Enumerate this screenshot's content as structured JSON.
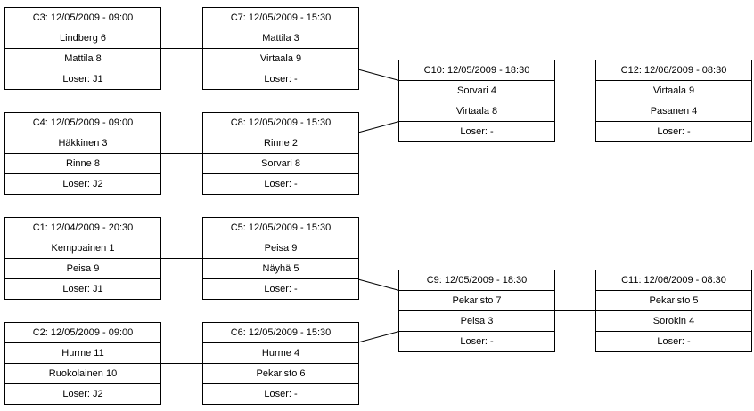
{
  "bracket": {
    "matches": [
      {
        "id": "C1",
        "header": "C1: 12/04/2009 - 20:30",
        "player1": "Kemppainen 1",
        "player2": "Peisa 9",
        "loser": "Loser: J1"
      },
      {
        "id": "C2",
        "header": "C2: 12/05/2009 - 09:00",
        "player1": "Hurme 11",
        "player2": "Ruokolainen 10",
        "loser": "Loser: J2"
      },
      {
        "id": "C3",
        "header": "C3: 12/05/2009 - 09:00",
        "player1": "Lindberg 6",
        "player2": "Mattila 8",
        "loser": "Loser: J1"
      },
      {
        "id": "C4",
        "header": "C4: 12/05/2009 - 09:00",
        "player1": "Häkkinen 3",
        "player2": "Rinne 8",
        "loser": "Loser: J2"
      },
      {
        "id": "C5",
        "header": "C5: 12/05/2009 - 15:30",
        "player1": "Peisa 9",
        "player2": "Näyhä 5",
        "loser": "Loser: -"
      },
      {
        "id": "C6",
        "header": "C6: 12/05/2009 - 15:30",
        "player1": "Hurme 4",
        "player2": "Pekaristo 6",
        "loser": "Loser: -"
      },
      {
        "id": "C7",
        "header": "C7: 12/05/2009 - 15:30",
        "player1": "Mattila 3",
        "player2": "Virtaala 9",
        "loser": "Loser: -"
      },
      {
        "id": "C8",
        "header": "C8: 12/05/2009 - 15:30",
        "player1": "Rinne 2",
        "player2": "Sorvari 8",
        "loser": "Loser: -"
      },
      {
        "id": "C9",
        "header": "C9: 12/05/2009 - 18:30",
        "player1": "Pekaristo 7",
        "player2": "Peisa 3",
        "loser": "Loser: -"
      },
      {
        "id": "C10",
        "header": "C10: 12/05/2009 - 18:30",
        "player1": "Sorvari 4",
        "player2": "Virtaala 8",
        "loser": "Loser: -"
      },
      {
        "id": "C11",
        "header": "C11: 12/06/2009 - 08:30",
        "player1": "Pekaristo 5",
        "player2": "Sorokin 4",
        "loser": "Loser: -"
      },
      {
        "id": "C12",
        "header": "C12: 12/06/2009 - 08:30",
        "player1": "Virtaala 9",
        "player2": "Pasanen 4",
        "loser": "Loser: -"
      }
    ],
    "line_color": "#000000"
  }
}
